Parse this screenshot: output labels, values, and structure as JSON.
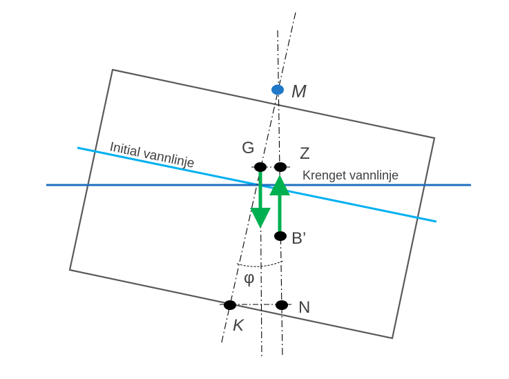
{
  "diagram": {
    "points": {
      "M": "M",
      "G": "G",
      "Z": "Z",
      "B": "B’",
      "N": "N",
      "K": "K"
    },
    "angle_symbol": "φ",
    "waterlines": {
      "initial": "Initial vannlinje",
      "heeled": "Krenget vannlinje"
    },
    "colors": {
      "hull_outline": "#595959",
      "initial_waterline": "#00b0f0",
      "heeled_waterline": "#1f6fbf",
      "force_arrows": "#00b050",
      "metacenter": "#1f78c8",
      "points": "#000000",
      "guide_lines": "#000000"
    }
  }
}
